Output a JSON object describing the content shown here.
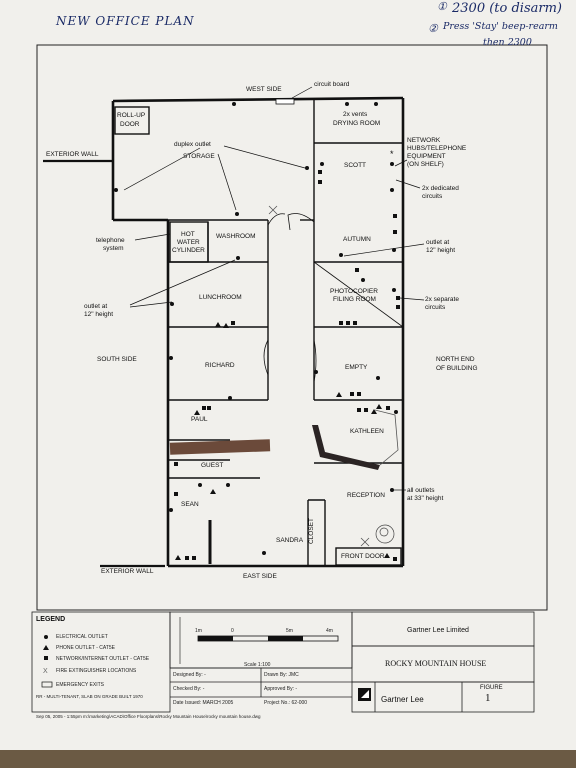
{
  "handwritten": {
    "title": "NEW OFFICE PLAN",
    "note1_num": "①",
    "note1": "2300 (to disarm)",
    "note2_num": "②",
    "note2": "Press 'Stay' beep-rearm",
    "note3": "then 2300"
  },
  "walls": {
    "west": "WEST SIDE",
    "east": "EAST SIDE",
    "south": "SOUTH SIDE",
    "north_l1": "NORTH END",
    "north_l2": "OF BUILDING",
    "ext_wall_top": "EXTERIOR WALL",
    "ext_wall_bottom": "EXTERIOR WALL"
  },
  "rooms": {
    "rollup": [
      "ROLL-UP",
      "DOOR"
    ],
    "storage": "STORAGE",
    "drying": "DRYING ROOM",
    "scott": "SCOTT",
    "hot_water": [
      "HOT",
      "WATER",
      "CYLINDER"
    ],
    "washroom": "WASHROOM",
    "autumn": "AUTUMN",
    "lunchroom": "LUNCHROOM",
    "photocopier": [
      "PHOTOCOPIER",
      "FILING ROOM"
    ],
    "richard": "RICHARD",
    "empty": "EMPTY",
    "paul": "PAUL",
    "kathleen": "KATHLEEN",
    "guest": "GUEST",
    "reception": "RECEPTION",
    "sean": "SEAN",
    "sandra": "SANDRA",
    "closet": "CLOSET",
    "front_door": "FRONT DOOR"
  },
  "callouts": {
    "circuit_board": "circuit board",
    "vents": "2x vents",
    "duplex": "duplex outlet",
    "network": [
      "NETWORK",
      "HUBS/TELEPHONE",
      "EQUIPMENT",
      "(ON SHELF)"
    ],
    "dedicated": [
      "2x dedicated",
      "circuits"
    ],
    "telephone": [
      "telephone",
      "system"
    ],
    "outlet12_right": [
      "outlet at",
      "12\" height"
    ],
    "outlet12_left": [
      "outlet at",
      "12\" height"
    ],
    "separate": [
      "2x separate",
      "circuits"
    ],
    "outlets33": [
      "all outlets",
      "at 33\" height"
    ]
  },
  "legend": {
    "title": "LEGEND",
    "items": [
      "ELECTRICAL OUTLET",
      "PHONE OUTLET - CAT5E",
      "NETWORK/INTERNET OUTLET - CAT5E",
      "FIRE EXTINGUISHER LOCATIONS",
      "EMERGENCY EXITS"
    ],
    "note": "RR - MULTI-TENANT, SLAB ON GRADE BUILT 1970"
  },
  "scale": {
    "ticks": [
      "1m",
      "0",
      "5m",
      "4m"
    ],
    "label": "Scale 1:100"
  },
  "title_block": {
    "designed": "Designed By:  -",
    "drawn": "Drawn By:   JMC",
    "checked": "Checked By:  -",
    "approved": "Approved By:  -",
    "date": "Date Issued:  MARCH 2005",
    "project": "Project No.:  62-000",
    "company_top": "Gartner Lee Limited",
    "project_name": "ROCKY MOUNTAIN HOUSE",
    "company_logo": "Gartner Lee",
    "figure_label": "FIGURE",
    "figure_num": "1"
  },
  "footer": "Sep 05,  2005  -  1:55pm    m:\\marketing\\ACAD\\Office Floorplans\\Rocky Mountain House\\rocky mountain house.dwg"
}
